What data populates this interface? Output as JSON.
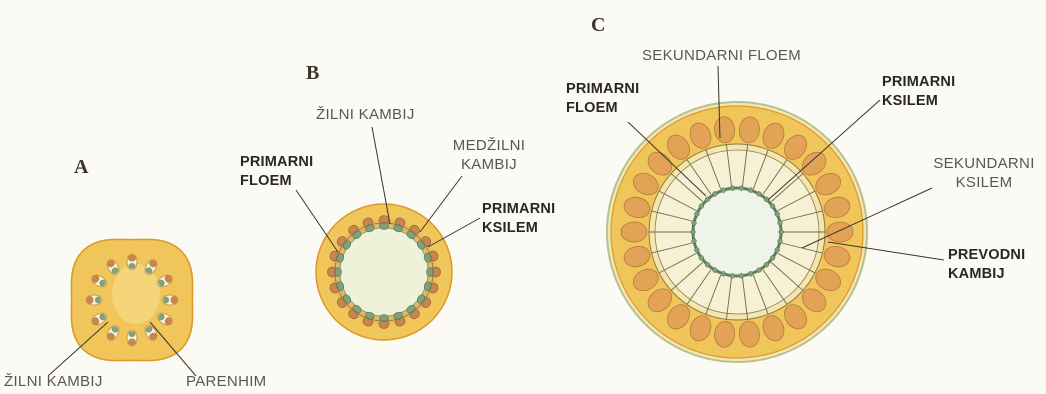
{
  "panels": {
    "a": {
      "letter": "A"
    },
    "b": {
      "letter": "B"
    },
    "c": {
      "letter": "C"
    }
  },
  "labels": {
    "a_zilni_kambij": "ŽILNI KAMBIJ",
    "a_parenhim": "PARENHIM",
    "b_zilni_kambij": "ŽILNI KAMBIJ",
    "b_medzilni_kambij": [
      "MEDŽILNI",
      "KAMBIJ"
    ],
    "b_primarni_floem": [
      "PRIMARNI",
      "FLOEM"
    ],
    "b_primarni_ksilem": [
      "PRIMARNI",
      "KSILEM"
    ],
    "c_sekundarni_floem": "SEKUNDARNI FLOEM",
    "c_primarni_floem": [
      "PRIMARNI",
      "FLOEM"
    ],
    "c_primarni_ksilem": [
      "PRIMARNI",
      "KSILEM"
    ],
    "c_sekundarni_ksilem": [
      "SEKUNDARNI",
      "KSILEM"
    ],
    "c_prevodni_kambij": [
      "PREVODNI",
      "KAMBIJ"
    ]
  },
  "colors": {
    "background": "#fbfaf4",
    "parenchyma": "#f0c55a",
    "parenchyma_edge": "#d99a2a",
    "pith": "#eef2d8",
    "bundle": "#e2a356",
    "xylem": "#7fa07a",
    "phloem": "#c8864e",
    "leader_line": "#3a352c"
  }
}
